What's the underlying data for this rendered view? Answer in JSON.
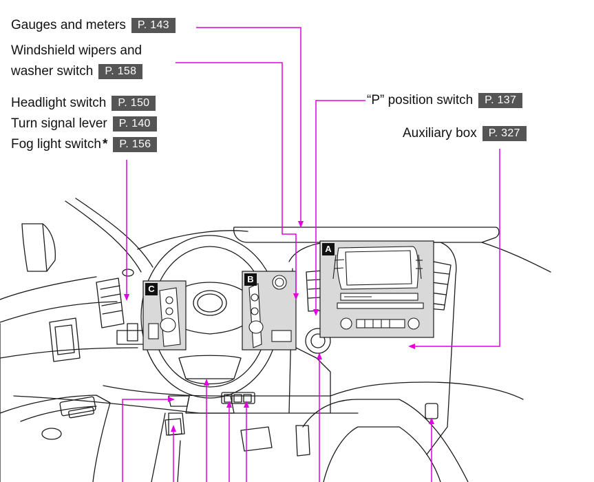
{
  "colors": {
    "leader_line": "#e000e0",
    "badge_bg": "#555555",
    "badge_text": "#ffffff",
    "inset_panel_bg": "#d9d9d9",
    "line_art": "#1a1a1a"
  },
  "callouts": {
    "gauges": {
      "label": "Gauges and meters",
      "page": "P. 143"
    },
    "wipers": {
      "label_line1": "Windshield wipers and",
      "label_line2": "washer switch",
      "page": "P. 158"
    },
    "headlight": {
      "label": "Headlight switch",
      "page": "P. 150"
    },
    "turn_signal": {
      "label": "Turn signal lever",
      "page": "P. 140"
    },
    "fog_light": {
      "label": "Fog light switch",
      "marker": "*",
      "page": "P. 156"
    },
    "p_position": {
      "label": "“P” position switch",
      "page": "P. 137"
    },
    "auxiliary_box": {
      "label": "Auxiliary box",
      "page": "P. 327"
    }
  },
  "insets": {
    "a": {
      "letter": "A"
    },
    "b": {
      "letter": "B"
    },
    "c": {
      "letter": "C"
    }
  }
}
